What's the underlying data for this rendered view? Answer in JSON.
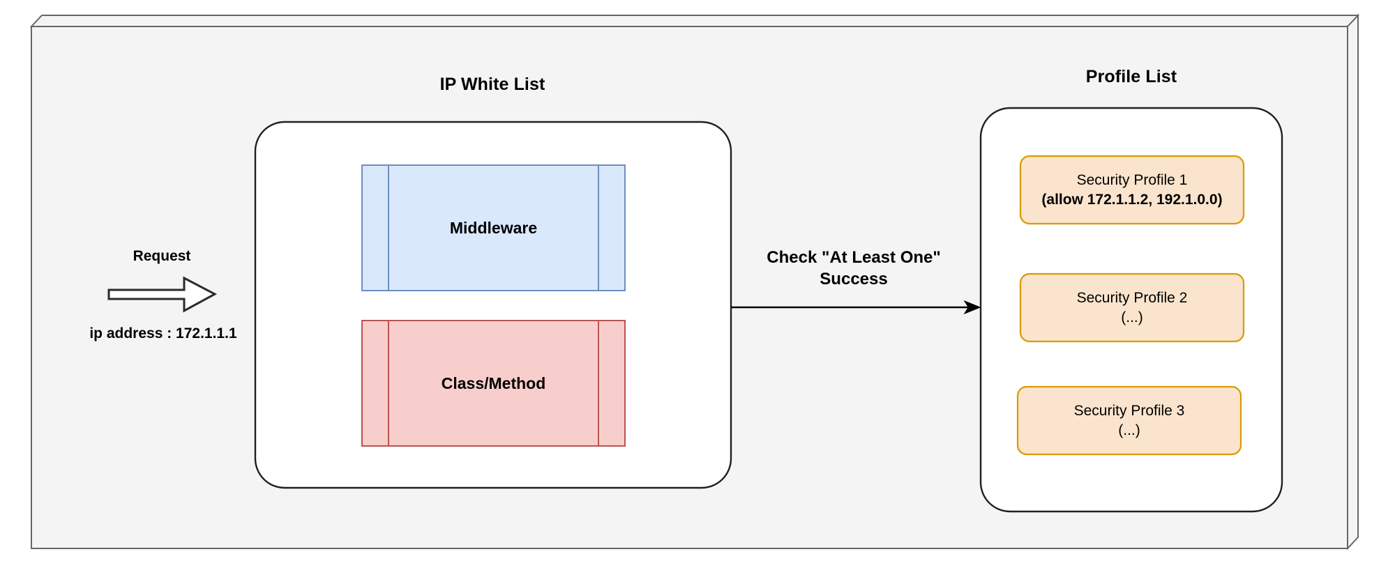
{
  "diagram": {
    "title_left": "IP White List",
    "title_right": "Profile List",
    "request": {
      "label": "Request",
      "detail": "ip address : 172.1.1.1",
      "arrow_icon": "block-arrow-right-icon"
    },
    "connector": {
      "caption_line1": "Check \"At Least One\"",
      "caption_line2": "Success",
      "arrow_icon": "arrow-right-icon"
    },
    "whitelist_boxes": [
      {
        "label": "Middleware",
        "fill": "#dae8fc",
        "stroke": "#6c8ebf"
      },
      {
        "label": "Class/Method",
        "fill": "#f8cecc",
        "stroke": "#b85450"
      }
    ],
    "profiles": [
      {
        "name": "Security Profile 1",
        "detail": "(allow 172.1.1.2, 192.1.0.0)",
        "bold_detail": true
      },
      {
        "name": "Security Profile 2",
        "detail": "(...)",
        "bold_detail": false
      },
      {
        "name": "Security Profile 3",
        "detail": "(...)",
        "bold_detail": false
      }
    ],
    "colors": {
      "canvas": "#f4f4f4",
      "frame_stroke": "#666666",
      "container_fill": "#ffffff",
      "container_stroke": "#1f1f1f",
      "profile_fill": "#fae4cd",
      "profile_stroke": "#d79b00",
      "line": "#000000"
    }
  }
}
